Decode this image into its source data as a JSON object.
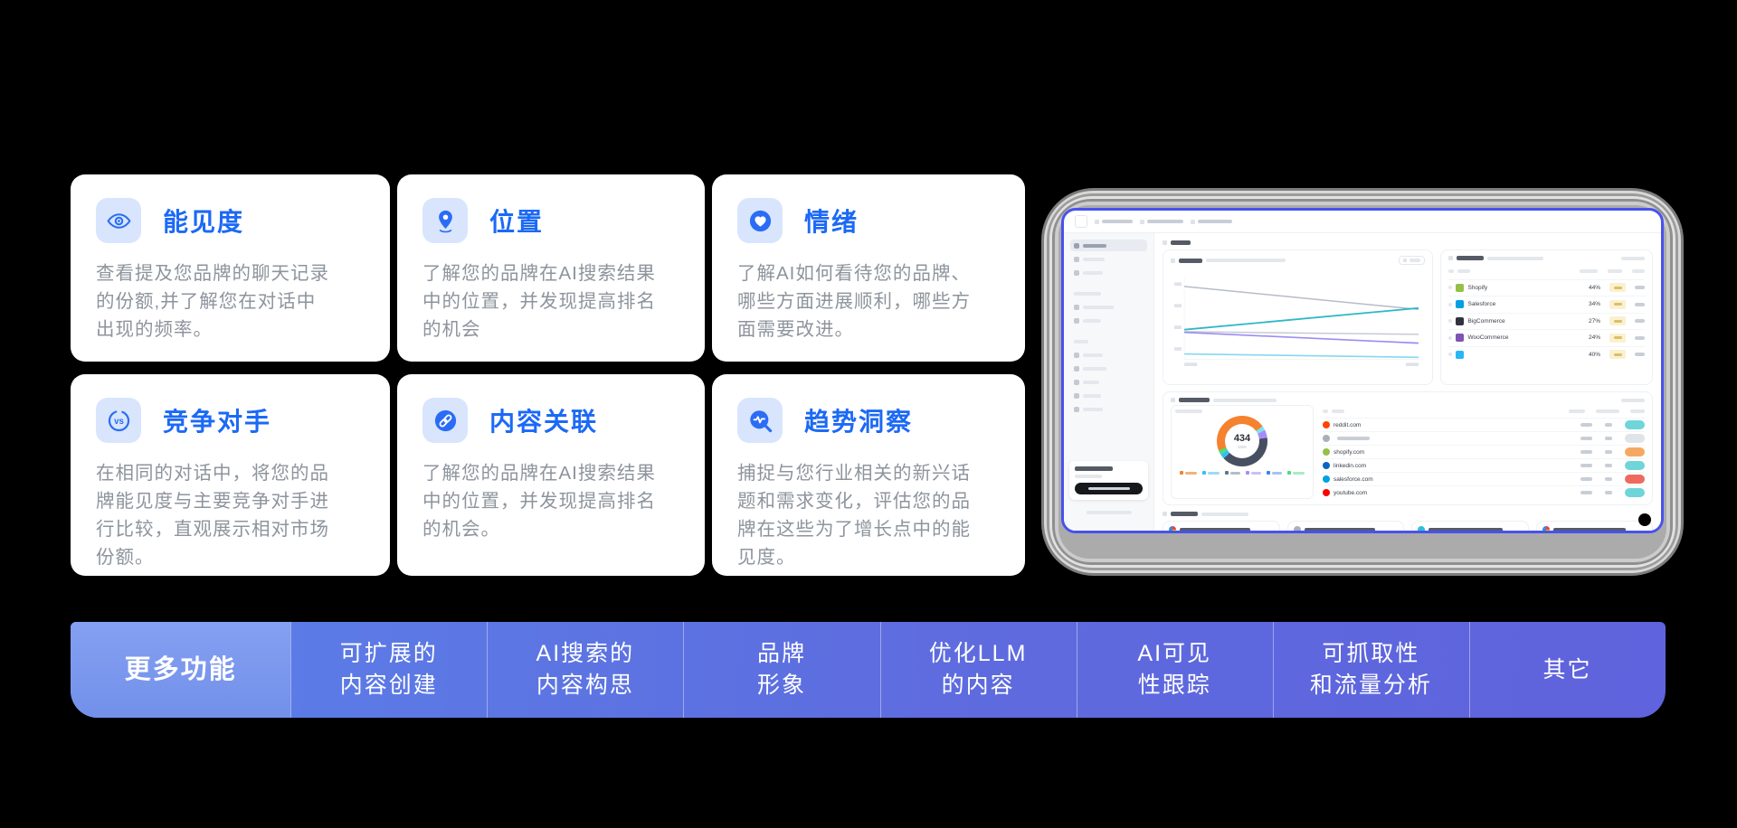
{
  "features": [
    {
      "icon": "eye-icon",
      "title": "能见度",
      "body": "查看提及您品牌的聊天记录\n的份额,并了解您在对话中\n出现的频率。"
    },
    {
      "icon": "location-pin-icon",
      "title": "位置",
      "body": "了解您的品牌在AI搜索结果\n中的位置，并发现提高排名\n的机会"
    },
    {
      "icon": "heart-icon",
      "title": "情绪",
      "body": "了解AI如何看待您的品牌、\n哪些方面进展顺利，哪些方\n面需要改进。"
    },
    {
      "icon": "vs-icon",
      "title": "竞争对手",
      "body": "在相同的对话中，将您的品\n牌能见度与主要竞争对手进\n行比较，直观展示相对市场\n份额。"
    },
    {
      "icon": "link-icon",
      "title": "内容关联",
      "body": "了解您的品牌在AI搜索结果\n中的位置，并发现提高排名\n的机会。"
    },
    {
      "icon": "trend-search-icon",
      "title": "趋势洞察",
      "body": "捕捉与您行业相关的新兴话\n题和需求变化，评估您的品\n牌在这些为了增长点中的能\n见度。"
    }
  ],
  "bottom_bar": {
    "tabs": [
      {
        "label": "更多功能",
        "active": true
      },
      {
        "label": "可扩展的\n内容创建",
        "active": false
      },
      {
        "label": "AI搜索的\n内容构思",
        "active": false
      },
      {
        "label": "品牌\n形象",
        "active": false
      },
      {
        "label": "优化LLM\n的内容",
        "active": false
      },
      {
        "label": "AI可见\n性跟踪",
        "active": false
      },
      {
        "label": "可抓取性\n和流量分析",
        "active": false
      },
      {
        "label": "其它",
        "active": false
      }
    ]
  },
  "mockup": {
    "donut_value": "434",
    "competitors": [
      {
        "name": "Shopify",
        "share": "44%",
        "color": "#96bf48"
      },
      {
        "name": "Salesforce",
        "share": "34%",
        "color": "#00a1e0"
      },
      {
        "name": "BigCommerce",
        "share": "27%",
        "color": "#34313f"
      },
      {
        "name": "WooCommerce",
        "share": "24%",
        "color": "#7f54b3"
      },
      {
        "name": "",
        "share": "40%",
        "color": "#29b6f6"
      }
    ],
    "domains": [
      "reddit.com",
      "",
      "shopify.com",
      "linkedin.com",
      "salesforce.com",
      "youtube.com"
    ]
  },
  "colors": {
    "accent": "#1c69f6",
    "icon_tile": "#d8e5fd",
    "bar_gradient_start": "#5b80e8",
    "bar_gradient_end": "#5f63dd",
    "active_tab": "#7f9aef",
    "screen_border": "#4752ef"
  }
}
